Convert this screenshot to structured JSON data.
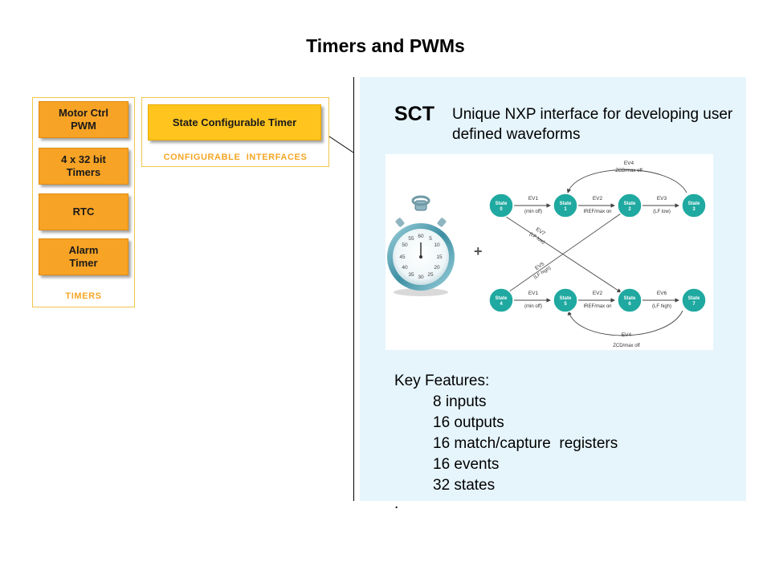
{
  "title": "Timers and PWMs",
  "timers_panel": {
    "buttons": [
      "Motor Ctrl\nPWM",
      "4 x 32 bit\nTimers",
      "RTC",
      "Alarm\nTimer"
    ],
    "caption": "TIMERS"
  },
  "config_panel": {
    "button": "State Configurable Timer",
    "caption": "CONFIGURABLE  INTERFACES"
  },
  "sct": {
    "heading": "SCT",
    "description": "Unique NXP interface for developing user defined waveforms"
  },
  "diagram": {
    "plus": "+",
    "stopwatch_numbers": [
      "60",
      "5",
      "10",
      "15",
      "20",
      "25",
      "30",
      "35",
      "40",
      "45",
      "50",
      "55"
    ],
    "states": [
      "State\n0",
      "State\n1",
      "State\n2",
      "State\n3",
      "State\n4",
      "State\n5",
      "State\n6",
      "State\n7"
    ],
    "edges": {
      "ev1_top": "EV1",
      "ev1_top_sub": "(min off)",
      "ev2_top": "EV2",
      "ev2_top_sub": "IREF/max on",
      "ev3_top": "EV3",
      "ev3_top_sub": "(LF low)",
      "ev4_top": "EV4",
      "ev4_top_sub": "ZCD/max off",
      "ev7": "EV7",
      "ev7_sub": "(LF low)",
      "ev5": "EV5",
      "ev5_sub": "(LF high)",
      "ev1_bot": "EV1",
      "ev1_bot_sub": "(min off)",
      "ev2_bot": "EV2",
      "ev2_bot_sub": "IREF/max on",
      "ev6_bot": "EV6",
      "ev6_bot_sub": "(LF high)",
      "ev4_bot": "EV4",
      "ev4_bot_sub": "ZCD/max off"
    }
  },
  "key_features": {
    "title": "Key Features:",
    "items": [
      "8 inputs",
      "16 outputs",
      "16 match/capture  registers",
      "16 events",
      "32 states"
    ],
    "trailing": "."
  },
  "colors": {
    "orange": "#f7a325",
    "yellow": "#ffc41e",
    "caption": "#f5a623",
    "panel_bg": "#e6f5fc",
    "state_node": "#1fa9a0"
  }
}
